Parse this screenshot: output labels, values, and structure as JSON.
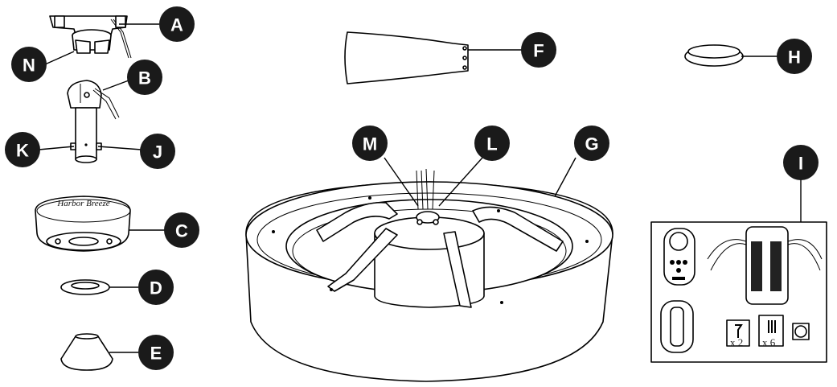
{
  "diagram": {
    "parts": [
      {
        "key": "A",
        "label": "A"
      },
      {
        "key": "N",
        "label": "N"
      },
      {
        "key": "B",
        "label": "B"
      },
      {
        "key": "K",
        "label": "K"
      },
      {
        "key": "J",
        "label": "J"
      },
      {
        "key": "C",
        "label": "C"
      },
      {
        "key": "D",
        "label": "D"
      },
      {
        "key": "E",
        "label": "E"
      },
      {
        "key": "F",
        "label": "F"
      },
      {
        "key": "H",
        "label": "H"
      },
      {
        "key": "M",
        "label": "M"
      },
      {
        "key": "L",
        "label": "L"
      },
      {
        "key": "G",
        "label": "G"
      },
      {
        "key": "I",
        "label": "I"
      }
    ],
    "canopy_brand": "Harbor Breeze",
    "hardware_kit": {
      "screw_qty": "x 2",
      "anchor_qty": "x 6"
    }
  }
}
